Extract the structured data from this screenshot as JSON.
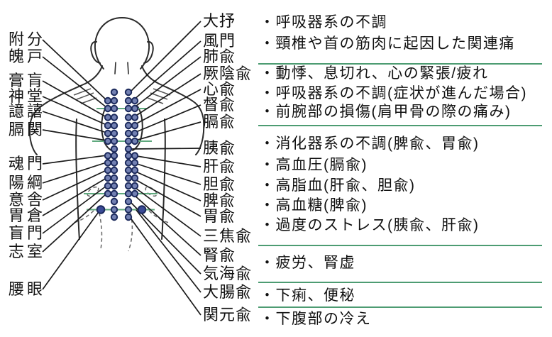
{
  "diagram": {
    "left_labels": [
      "附分",
      "魄戸",
      "膏肓",
      "神堂",
      "譩譆",
      "膈関",
      "魂門",
      "陽綱",
      "意舎",
      "胃倉",
      "盲門",
      "志室",
      "腰眼"
    ],
    "meridian_labels": [
      "大抒",
      "風門",
      "肺兪",
      "厥陰兪",
      "心兪",
      "督兪",
      "膈兪",
      "胰兪",
      "肝兪",
      "胆兪",
      "脾兪",
      "胃兪",
      "三焦兪",
      "腎兪",
      "気海兪",
      "大腸兪",
      "関元兪"
    ],
    "sections": [
      {
        "items": [
          "・呼吸器系の不調",
          "・頸椎や首の筋肉に起因した関連痛"
        ]
      },
      {
        "items": [
          "・動悸、息切れ、心の緊張/疲れ",
          "・呼吸器系の不調(症状が進んだ場合)",
          "・前腕部の損傷(肩甲骨の際の痛み)"
        ]
      },
      {
        "items": [
          "・消化器系の不調(脾兪、胃兪)",
          "・高血圧(膈兪)",
          "・高脂血(肝兪、胆兪)",
          "・高血糖(脾兪)",
          "・過度のストレス(胰兪、肝兪)"
        ]
      },
      {
        "items": [
          "・疲労、腎虚"
        ]
      },
      {
        "items": [
          "・下痢、便秘"
        ]
      },
      {
        "items": [
          "・下腹部の冷え"
        ]
      }
    ],
    "colors": {
      "divider_green": "#4d9c72",
      "figure_green": "#5fa97e",
      "leader": "#1a1a1a",
      "outline": "#2b2b2b",
      "dot_fill": "#7280b2",
      "dot_fill_strong": "#3a4a96",
      "dot_stroke": "#1c2a5c",
      "text": "#111111"
    }
  }
}
